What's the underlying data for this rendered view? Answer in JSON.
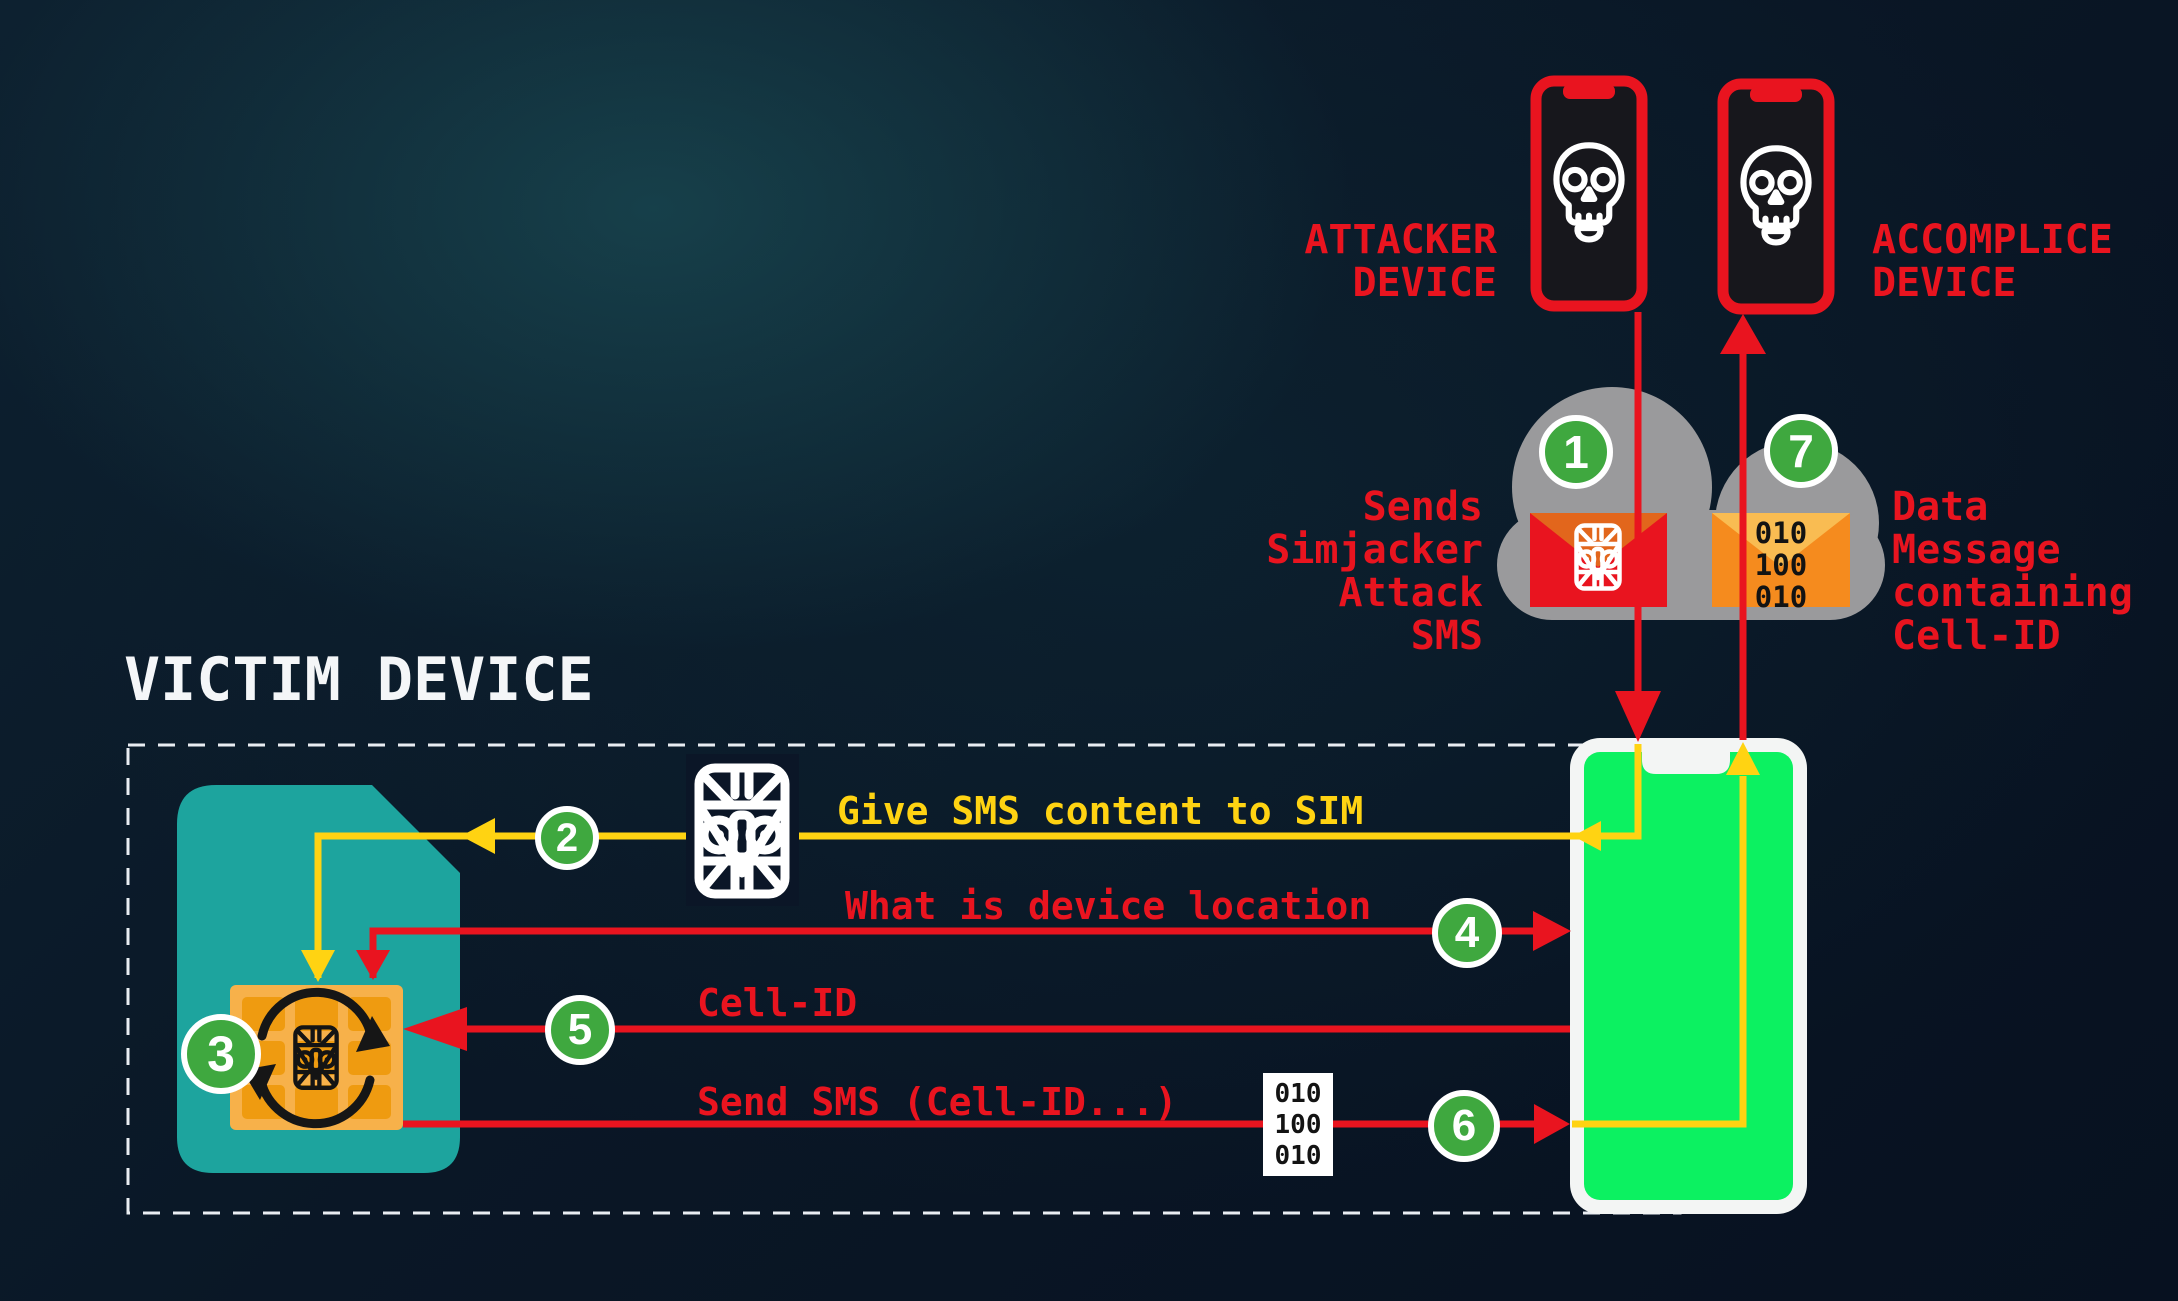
{
  "diagram": {
    "victim_title": "VICTIM DEVICE",
    "attacker_label": "ATTACKER\nDEVICE",
    "accomplice_label": "ACCOMPLICE\nDEVICE",
    "sends_label": "Sends\nSimjacker\nAttack\nSMS",
    "data_label": "Data\nMessage\ncontaining\nCell-ID",
    "flows": {
      "give_sms": "Give SMS content to SIM",
      "location_query": "What is device location",
      "cell_id": "Cell-ID",
      "send_sms": "Send SMS (Cell-ID...)"
    },
    "binary_payload": "010\n100\n010",
    "steps": {
      "s1": "1",
      "s2": "2",
      "s3": "3",
      "s4": "4",
      "s5": "5",
      "s6": "6",
      "s7": "7"
    },
    "colors": {
      "red": "#e9141f",
      "yellow": "#ffd312",
      "badge_green": "#3fa83f",
      "sim_teal": "#1da49e",
      "chip_orange": "#ef9b10",
      "cloud_gray": "#9a9a9c",
      "phone_screen_green": "#0cf161"
    }
  }
}
